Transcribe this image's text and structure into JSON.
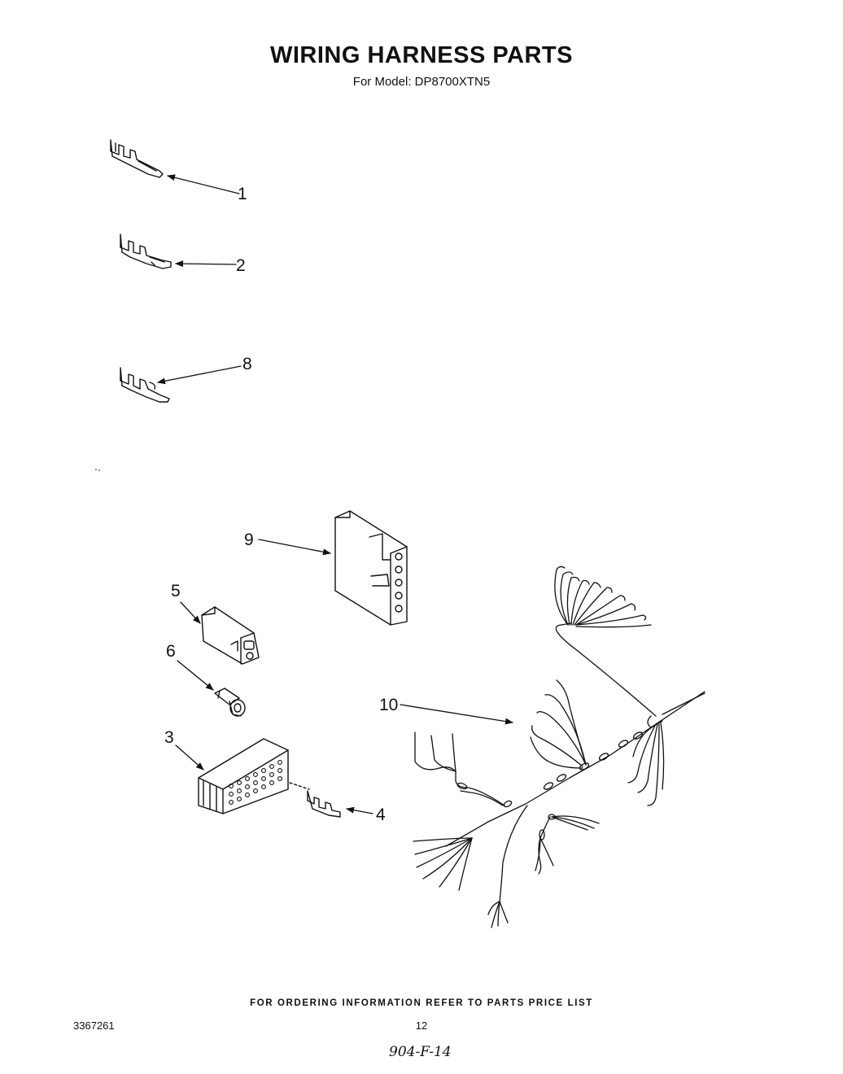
{
  "header": {
    "title": "WIRING HARNESS PARTS",
    "subtitle": "For Model: DP8700XTN5"
  },
  "callouts": {
    "c1": "1",
    "c2": "2",
    "c3": "3",
    "c4": "4",
    "c5": "5",
    "c6": "6",
    "c8": "8",
    "c9": "9",
    "c10": "10"
  },
  "footer": {
    "ordering_note": "FOR ORDERING INFORMATION REFER TO PARTS PRICE LIST",
    "doc_number": "3367261",
    "page_number": "12",
    "handwritten_note": "904-F-14"
  }
}
